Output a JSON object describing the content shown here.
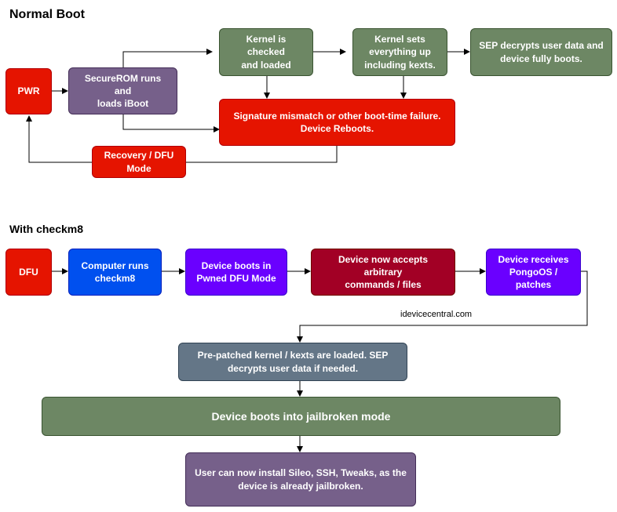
{
  "headings": {
    "normal": "Normal Boot",
    "checkm8": "With checkm8"
  },
  "colors": {
    "red": "#e51400",
    "purple_gray": "#76608a",
    "green": "#6d8764",
    "blue": "#0050ef",
    "violet": "#6a00ff",
    "dark_red": "#a20025",
    "slate": "#647687"
  },
  "nodes": {
    "pwr": "PWR",
    "secure_rom": "SecureROM runs and\nloads iBoot",
    "kernel_checked": "Kernel is checked\nand loaded",
    "kernel_sets": "Kernel sets\neverything up\nincluding kexts.",
    "sep_decrypts": "SEP decrypts user data and\ndevice fully boots.",
    "signature_mismatch": "Signature mismatch or other boot-time failure.\nDevice Reboots.",
    "recovery_dfu": "Recovery / DFU\nMode",
    "dfu": "DFU",
    "computer_runs": "Computer runs\ncheckm8",
    "pwned_dfu": "Device boots in\nPwned DFU Mode",
    "accepts_arbitrary": "Device now accepts arbitrary\ncommands / files",
    "receives_pongo": "Device receives\nPongoOS / patches",
    "prepatched": "Pre-patched kernel / kexts are loaded. SEP\ndecrypts user data if needed.",
    "jailbroken_mode": "Device boots into jailbroken mode",
    "user_install": "User can now install Sileo, SSH, Tweaks, as the\ndevice is already jailbroken."
  },
  "watermark": "idevicecentral.com"
}
